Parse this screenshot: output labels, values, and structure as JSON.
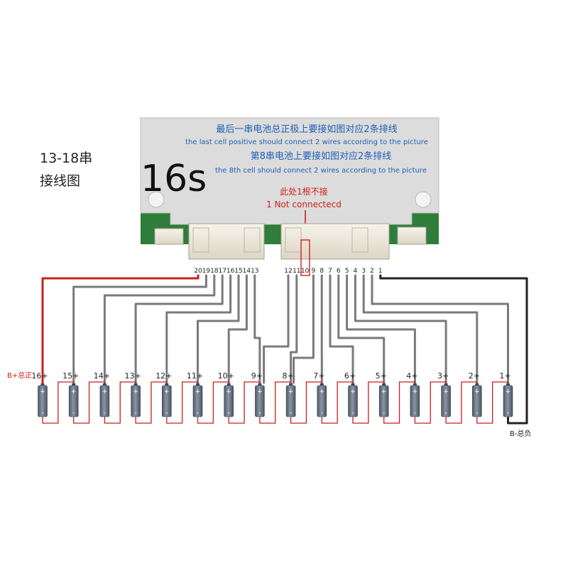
{
  "diagram": {
    "title_lines": [
      "13-18串",
      "接线图"
    ],
    "model_label": "16s",
    "board_notes": [
      {
        "cn": "最后一串电池总正极上要接如图对应2条排线",
        "en": "the last cell positive should connect 2 wires according to the picture"
      },
      {
        "cn": "第8串电池上要接如图对应2条排线",
        "en": "the 8th cell should connect 2 wires according to the picture"
      }
    ],
    "nc_note": {
      "cn": "此处1根不接",
      "en": "1 Not connectecd"
    },
    "left_connector_pins": [
      "20",
      "19",
      "18",
      "17",
      "16",
      "15",
      "14",
      "13"
    ],
    "right_connector_pins": [
      "12",
      "11",
      "10",
      "9",
      "8",
      "7",
      "6",
      "5",
      "4",
      "3",
      "2",
      "1"
    ],
    "not_connected_pin": "10",
    "cells": [
      {
        "label": "16+"
      },
      {
        "label": "15+"
      },
      {
        "label": "14+"
      },
      {
        "label": "13+"
      },
      {
        "label": "12+"
      },
      {
        "label": "11+"
      },
      {
        "label": "10+"
      },
      {
        "label": "9+"
      },
      {
        "label": "8+"
      },
      {
        "label": "7+"
      },
      {
        "label": "6+"
      },
      {
        "label": "5+"
      },
      {
        "label": "4+"
      },
      {
        "label": "3+"
      },
      {
        "label": "2+"
      },
      {
        "label": "1+"
      }
    ],
    "cell_plus_symbol": "+",
    "cell_minus_symbol": "-",
    "b_plus_label": "B+总正",
    "b_minus_label": "B-总负",
    "colors": {
      "board": "#dcdcdc",
      "note_text": "#1f5fb4",
      "alert": "#d0201b",
      "wire_gray": "#7a7a7a",
      "wire_red": "#c8201b",
      "wire_black": "#222222",
      "pcb_green": "#2e7d3a",
      "cell": "#6f7a88"
    }
  }
}
